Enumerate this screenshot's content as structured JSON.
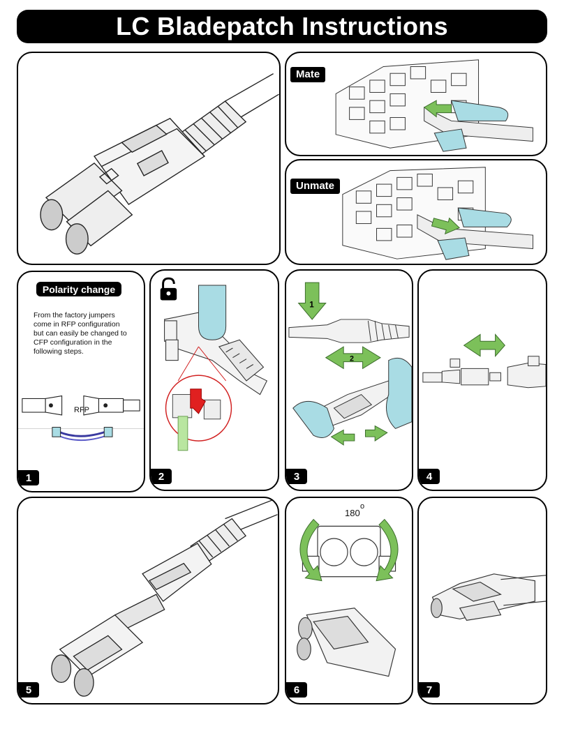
{
  "title": "LC Bladepatch Instructions",
  "mate": {
    "label": "Mate"
  },
  "unmate": {
    "label": "Unmate"
  },
  "step1": {
    "heading": "Polarity change",
    "text": "From the factory jumpers come in RFP configuration but can easily be changed to CFP configuration in the following steps.",
    "rfp_label": "RFP",
    "number": "1"
  },
  "step2": {
    "number": "2",
    "icon": "unlock-icon"
  },
  "step3": {
    "number": "3",
    "arrow1_label": "1",
    "arrow2_label": "2"
  },
  "step4": {
    "number": "4"
  },
  "step5": {
    "number": "5"
  },
  "step6": {
    "number": "6",
    "rotation_label": "180",
    "rotation_sup": "o"
  },
  "step7": {
    "number": "7"
  },
  "colors": {
    "arrow_green": "#7cc05a",
    "finger_blue": "#a9dce4",
    "highlight_red": "#e02020",
    "panel_border": "#000000"
  }
}
